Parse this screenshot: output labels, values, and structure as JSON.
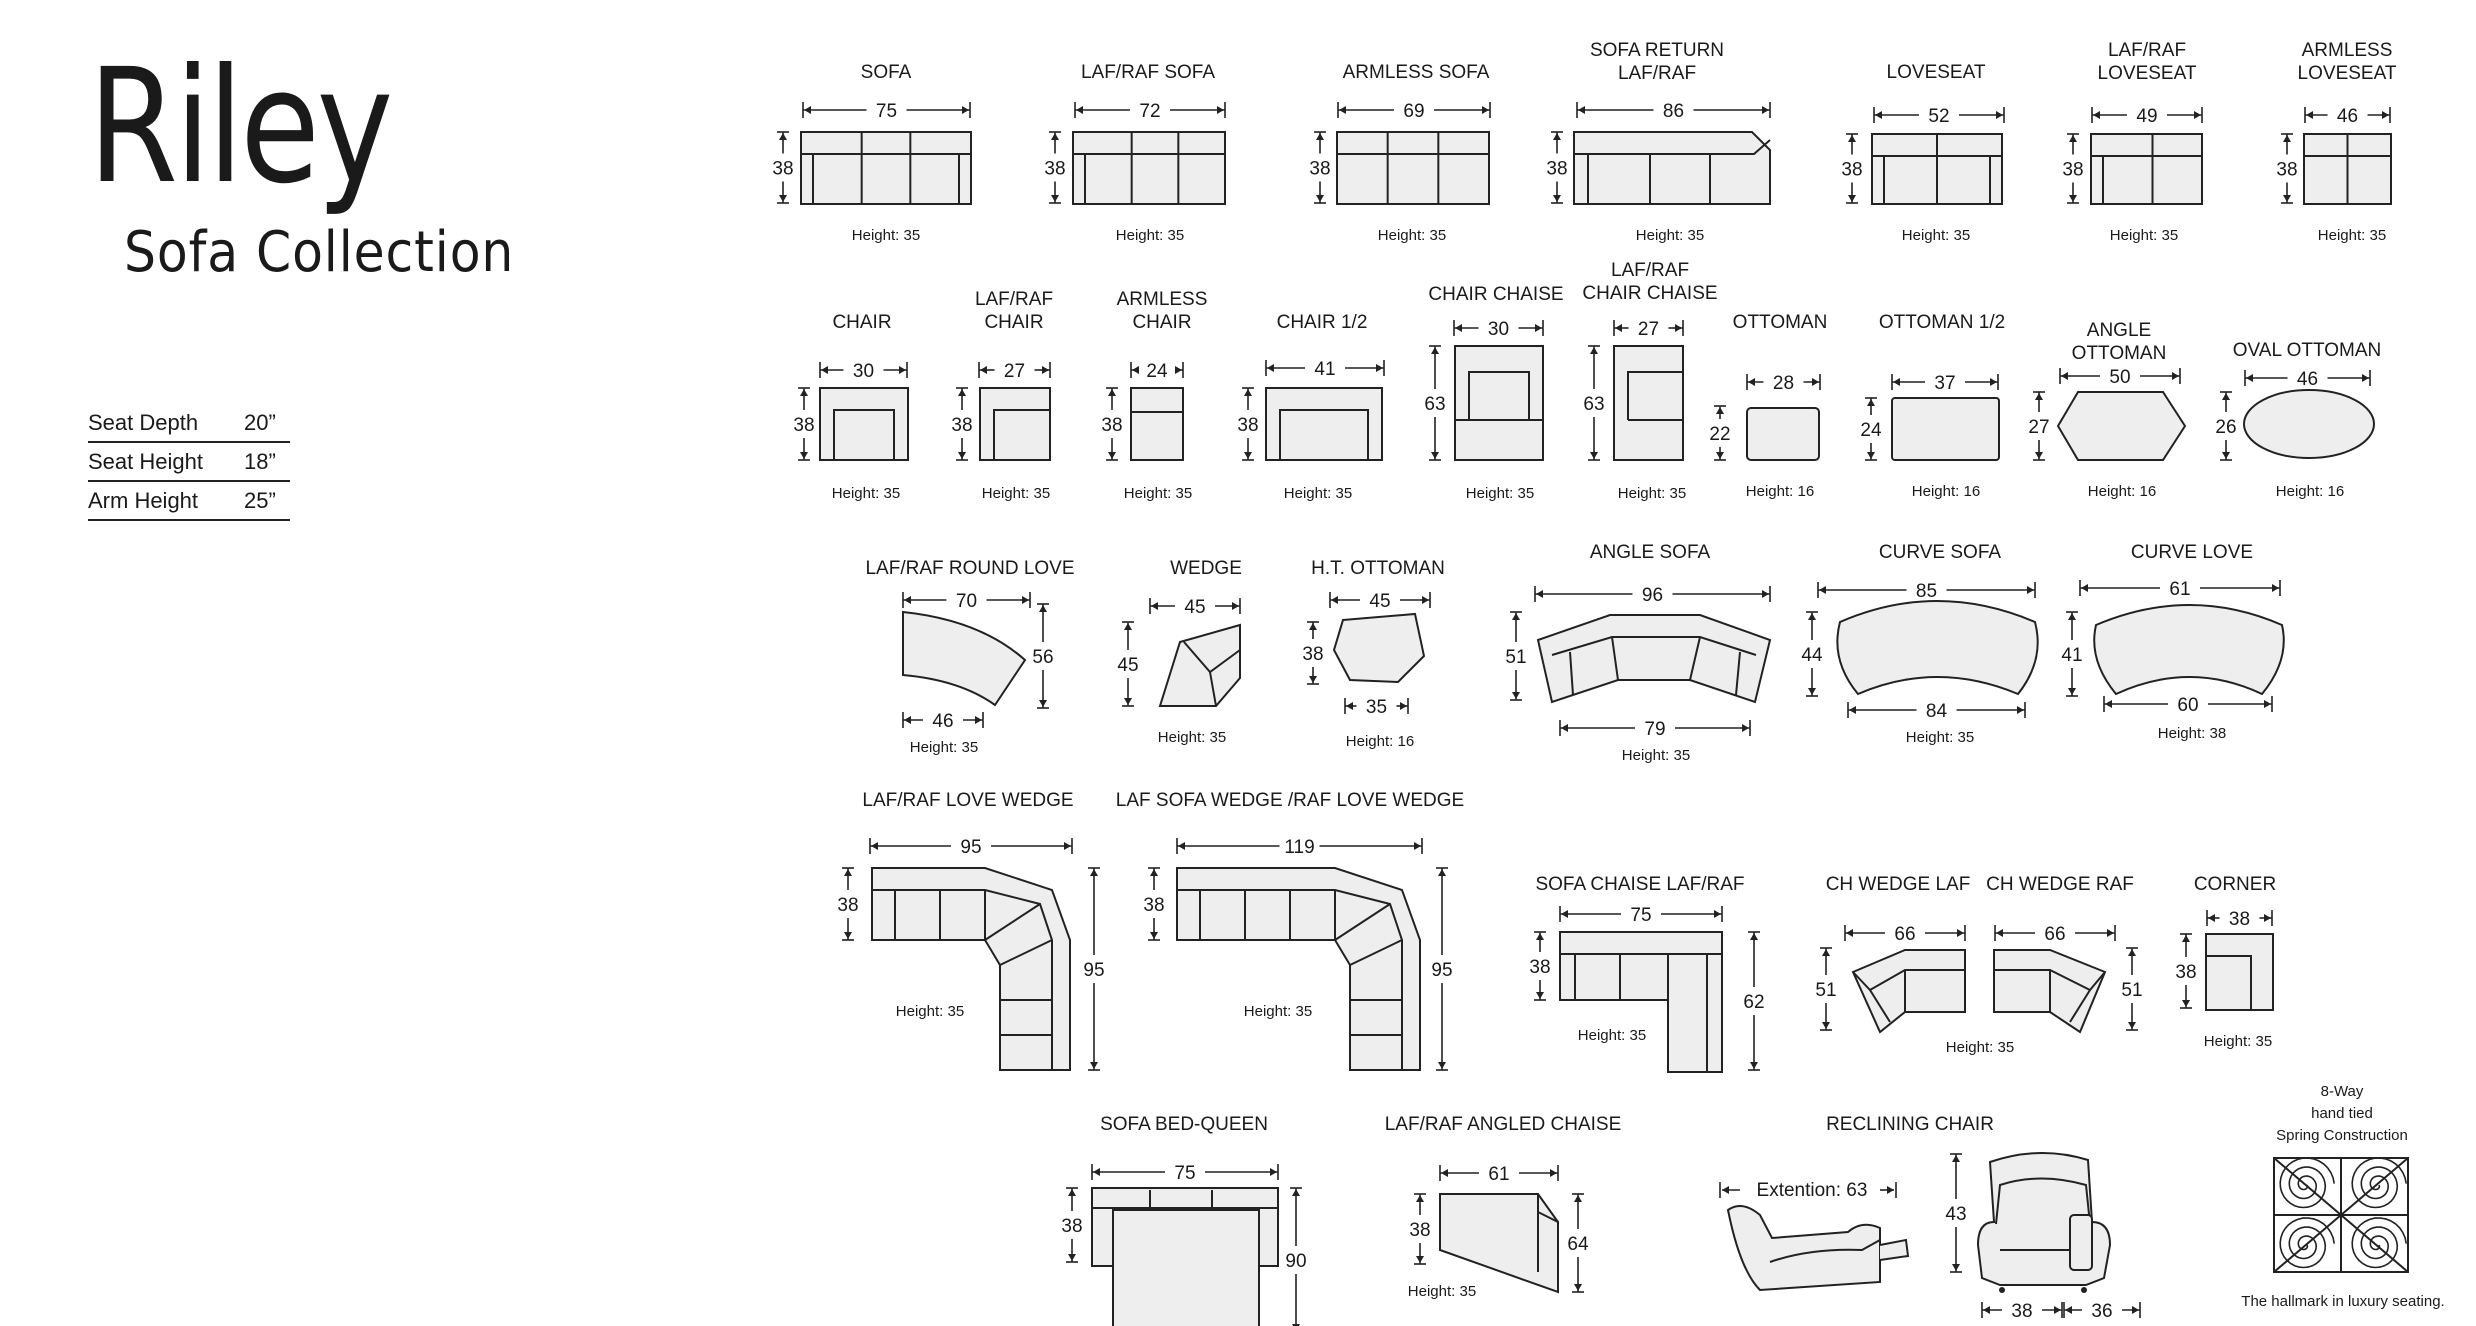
{
  "brand": {
    "title": "Riley",
    "subtitle": "Sofa Collection"
  },
  "specs": [
    {
      "label": "Seat Depth",
      "value": "20”"
    },
    {
      "label": "Seat Height",
      "value": "18”"
    },
    {
      "label": "Arm Height",
      "value": "25”"
    }
  ],
  "pieces": {
    "sofa": {
      "label": [
        "SOFA"
      ],
      "width": "75",
      "depth": "38",
      "height": "Height: 35"
    },
    "lafraf_sofa": {
      "label": [
        "LAF/RAF  SOFA"
      ],
      "width": "72",
      "depth": "38",
      "height": "Height: 35"
    },
    "armless_sofa": {
      "label": [
        "ARMLESS  SOFA"
      ],
      "width": "69",
      "depth": "38",
      "height": "Height: 35"
    },
    "sofa_return": {
      "label": [
        "SOFA RETURN",
        "LAF/RAF"
      ],
      "width": "86",
      "depth": "38",
      "height": "Height: 35"
    },
    "loveseat": {
      "label": [
        "LOVESEAT"
      ],
      "width": "52",
      "depth": "38",
      "height": "Height: 35"
    },
    "lafraf_loveseat": {
      "label": [
        "LAF/RAF",
        "LOVESEAT"
      ],
      "width": "49",
      "depth": "38",
      "height": "Height: 35"
    },
    "armless_loveseat": {
      "label": [
        "ARMLESS",
        "LOVESEAT"
      ],
      "width": "46",
      "depth": "38",
      "height": "Height: 35"
    },
    "chair": {
      "label": [
        "CHAIR"
      ],
      "width": "30",
      "depth": "38",
      "height": "Height: 35"
    },
    "lafraf_chair": {
      "label": [
        "LAF/RAF",
        "CHAIR"
      ],
      "width": "27",
      "depth": "38",
      "height": "Height: 35"
    },
    "armless_chair": {
      "label": [
        "ARMLESS",
        "CHAIR"
      ],
      "width": "24",
      "depth": "38",
      "height": "Height: 35"
    },
    "chair_half": {
      "label": [
        "CHAIR 1/2"
      ],
      "width": "41",
      "depth": "38",
      "height": "Height: 35"
    },
    "chair_chaise": {
      "label": [
        "CHAIR CHAISE"
      ],
      "width": "30",
      "depth": "63",
      "height": "Height: 35"
    },
    "lafraf_chair_chaise": {
      "label": [
        "LAF/RAF",
        "CHAIR CHAISE"
      ],
      "width": "27",
      "depth": "63",
      "height": "Height: 35"
    },
    "ottoman": {
      "label": [
        "OTTOMAN"
      ],
      "width": "28",
      "depth": "22",
      "height": "Height: 16"
    },
    "ottoman_half": {
      "label": [
        "OTTOMAN 1/2"
      ],
      "width": "37",
      "depth": "24",
      "height": "Height: 16"
    },
    "angle_ottoman": {
      "label": [
        "ANGLE",
        "OTTOMAN"
      ],
      "width": "50",
      "depth": "27",
      "height": "Height: 16"
    },
    "oval_ottoman": {
      "label": [
        "OVAL OTTOMAN"
      ],
      "width": "46",
      "depth": "26",
      "height": "Height: 16"
    },
    "round_love": {
      "label": [
        "LAF/RAF ROUND LOVE"
      ],
      "width": "70",
      "width2": "46",
      "depth": "56",
      "height": "Height: 35"
    },
    "wedge": {
      "label": [
        "WEDGE"
      ],
      "width": "45",
      "depth": "45",
      "height": "Height: 35"
    },
    "ht_ottoman": {
      "label": [
        "H.T. OTTOMAN"
      ],
      "width": "45",
      "width2": "35",
      "depth": "38",
      "height": "Height: 16"
    },
    "angle_sofa": {
      "label": [
        "ANGLE SOFA"
      ],
      "width": "96",
      "width2": "79",
      "depth": "51",
      "height": "Height: 35"
    },
    "curve_sofa": {
      "label": [
        "CURVE SOFA"
      ],
      "width": "85",
      "width2": "84",
      "depth": "44",
      "height": "Height: 35"
    },
    "curve_love": {
      "label": [
        "CURVE LOVE"
      ],
      "width": "61",
      "width2": "60",
      "depth": "41",
      "height": "Height: 38"
    },
    "love_wedge": {
      "label": [
        "LAF/RAF LOVE WEDGE"
      ],
      "width": "95",
      "depth": "38",
      "depth2": "95",
      "height": "Height: 35"
    },
    "sofa_wedge": {
      "label": [
        "LAF SOFA WEDGE /RAF LOVE WEDGE"
      ],
      "width": "119",
      "depth": "38",
      "depth2": "95",
      "height": "Height: 35"
    },
    "sofa_chaise": {
      "label": [
        "SOFA CHAISE LAF/RAF"
      ],
      "width": "75",
      "depth": "38",
      "depth2": "62",
      "height": "Height: 35"
    },
    "ch_wedge_laf": {
      "label": [
        "CH WEDGE LAF"
      ],
      "width": "66",
      "depth": "51"
    },
    "ch_wedge_raf": {
      "label": [
        "CH WEDGE RAF"
      ],
      "width": "66",
      "depth": "51"
    },
    "ch_wedge_height": "Height: 35",
    "corner": {
      "label": [
        "CORNER"
      ],
      "width": "38",
      "depth": "38",
      "height": "Height: 35"
    },
    "sofa_bed": {
      "label": [
        "SOFA BED-QUEEN"
      ],
      "width": "75",
      "depth": "38",
      "depth2": "90"
    },
    "angled_chaise": {
      "label": [
        "LAF/RAF ANGLED CHAISE"
      ],
      "width": "61",
      "depth": "38",
      "depth2": "64",
      "height": "Height: 35"
    },
    "reclining_chair": {
      "label": [
        "RECLINING CHAIR"
      ],
      "extension": "Extention: 63",
      "height": "43",
      "width": "38",
      "depth": "36"
    }
  },
  "spring": {
    "label": [
      "8-Way",
      "hand tied",
      "Spring Construction"
    ],
    "tagline": "The hallmark in luxury seating."
  }
}
